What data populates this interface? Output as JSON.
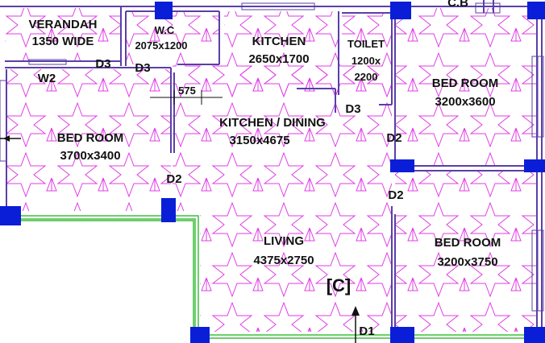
{
  "rooms": {
    "verandah": {
      "name": "VERANDAH",
      "size": "1350 WIDE"
    },
    "wc": {
      "name": "W.C",
      "size": "2075x1200"
    },
    "kitchen": {
      "name": "KITCHEN",
      "size": "2650x1700"
    },
    "toilet": {
      "name": "TOILET",
      "size_line1": "1200x",
      "size_line2": "2200"
    },
    "bedroom_ne": {
      "name": "BED ROOM",
      "size": "3200x3600"
    },
    "bedroom_w": {
      "name": "BED ROOM",
      "size": "3700x3400"
    },
    "kitchen_dining": {
      "name": "KITCHEN / DINING",
      "size": "3150x4675"
    },
    "living": {
      "name": "LIVING",
      "size": "4375x2750"
    },
    "bedroom_se": {
      "name": "BED ROOM",
      "size": "3200x3750"
    }
  },
  "labels": {
    "top_right": "C.B",
    "dimension": "575",
    "unit_marker": "[C]",
    "doors": {
      "d3_verandah": "D3",
      "d3_wc": "D3",
      "d3_toilet": "D3",
      "w2": "W2",
      "d2_bedroom_w": "D2",
      "d2_bedroom_ne": "D2",
      "d2_bedroom_se": "D2",
      "d1": "D1"
    }
  },
  "colors": {
    "wall": "#5a3fa8",
    "star_pattern": "#e03ce6",
    "column": "#0a1ed8",
    "boundary_green": "#3fbf3f",
    "text": "#111111"
  }
}
